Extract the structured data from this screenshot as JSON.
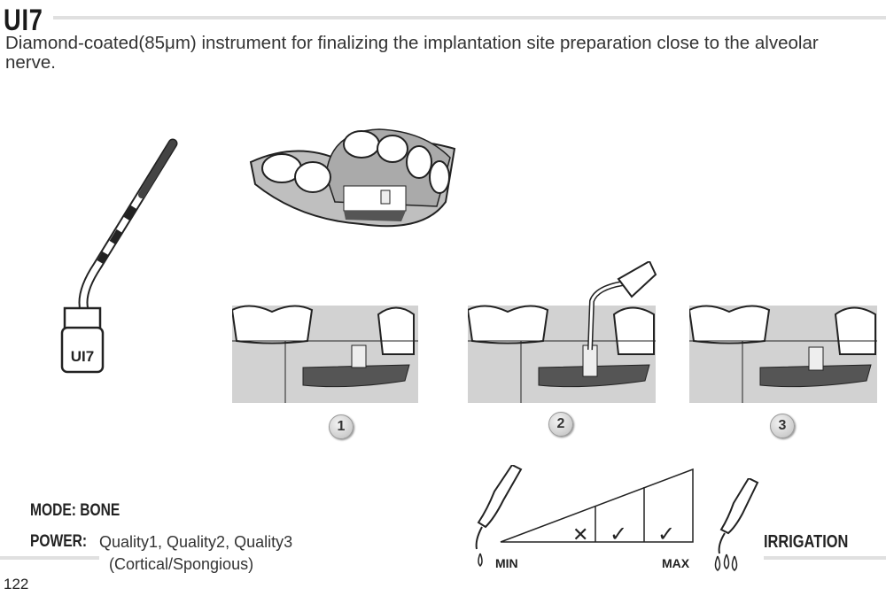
{
  "header": {
    "title": "UI7",
    "description": "Diamond-coated(85μm) instrument for finalizing the implantation site preparation close to the alveolar nerve."
  },
  "instrument": {
    "label": "UI7"
  },
  "steps": [
    {
      "number": "1"
    },
    {
      "number": "2"
    },
    {
      "number": "3"
    }
  ],
  "settings": {
    "mode": "MODE: BONE",
    "power_label": "POWER:",
    "power_value": "Quality1,  Quality2,  Quality3",
    "power_sub": "(Cortical/Spongious)"
  },
  "power_scale": {
    "min_label": "MIN",
    "max_label": "MAX",
    "levels": [
      "✕",
      "✓",
      "✓"
    ]
  },
  "irrigation": {
    "label": "IRRIGATION"
  },
  "page_number": "122"
}
